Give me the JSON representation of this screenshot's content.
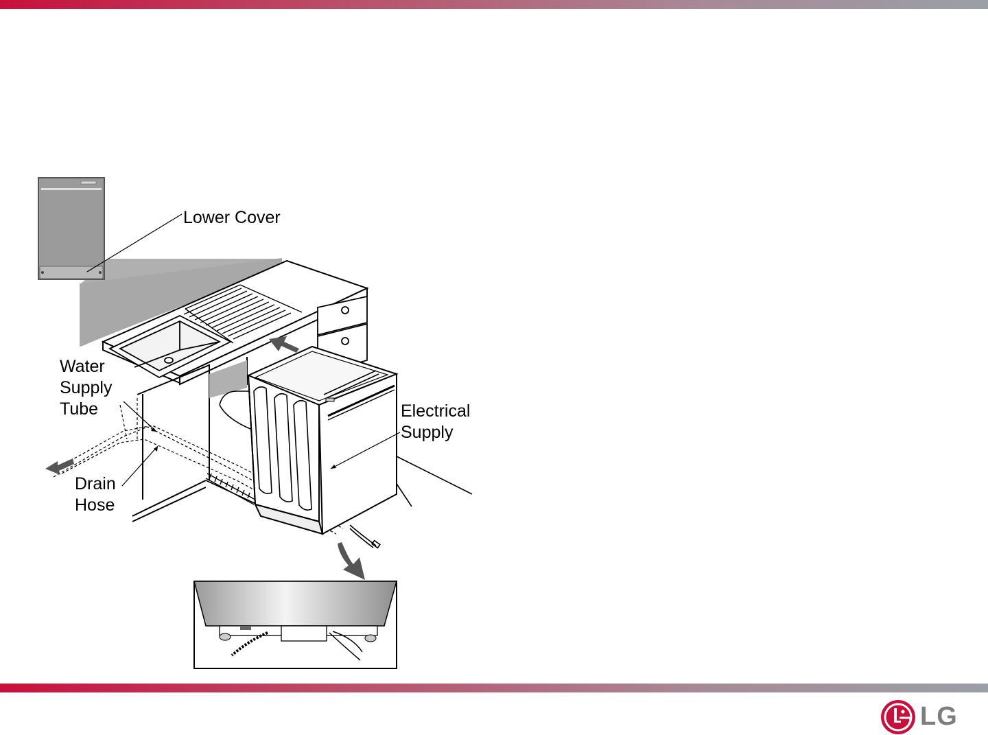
{
  "labels": {
    "lower_cover": "Lower Cover",
    "water_supply": [
      "Water",
      "Supply",
      "Tube"
    ],
    "drain_hose": [
      "Drain",
      "Hose"
    ],
    "electrical_supply": [
      "Electrical",
      "Supply"
    ]
  },
  "logo": {
    "text": "LG",
    "color": "#c8103c"
  },
  "colors": {
    "band_start": "#c8103c",
    "band_end": "#9aa0a6",
    "panel_gray": "#a9a9a9"
  }
}
